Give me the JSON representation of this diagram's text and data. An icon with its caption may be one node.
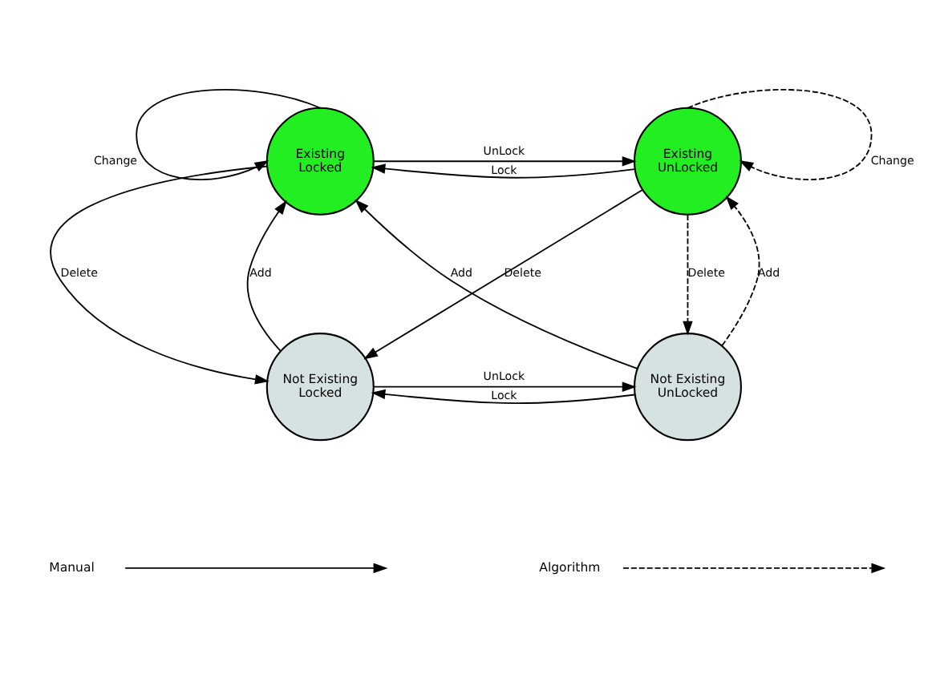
{
  "diagram": {
    "nodes": [
      {
        "text": [
          "Existing Locked"
        ]
      },
      {
        "text": [
          "Existing UnLocked"
        ]
      },
      {
        "text": [
          "Not Existing Locked"
        ]
      },
      {
        "text": [
          "Not Existing UnLocked"
        ]
      }
    ],
    "edges": [
      {
        "from": 0,
        "to": 0,
        "arrow": "to",
        "label": "Change"
      },
      {
        "from": 1,
        "to": 1,
        "arrow": "to",
        "label": "Change",
        "style": "dashed"
      },
      {
        "from": 1,
        "to": 0,
        "arrow": "to",
        "label": "Lock"
      },
      {
        "from": 0,
        "to": 1,
        "arrow": "to",
        "label": "UnLock"
      },
      {
        "from": 1,
        "to": 2,
        "arrow": "to",
        "label": "Delete"
      },
      {
        "from": 0,
        "to": 2,
        "arrow": "to",
        "label": "Delete"
      },
      {
        "from": 2,
        "to": 0,
        "arrow": "to",
        "label": "Add"
      },
      {
        "from": 3,
        "to": 0,
        "arrow": "to",
        "label": "Add"
      },
      {
        "from": 1,
        "to": 3,
        "arrow": "to",
        "label": "Delete",
        "style": "dashed"
      },
      {
        "from": 3,
        "to": 1,
        "arrow": "to",
        "label": "Add",
        "style": "dashed"
      },
      {
        "from": 3,
        "to": 2,
        "arrow": "to",
        "label": "Lock"
      },
      {
        "from": 2,
        "to": 3,
        "arrow": "to",
        "label": "UnLock"
      }
    ],
    "legend": [
      {
        "text": "Manual"
      },
      {
        "text": "Algorithm"
      }
    ]
  }
}
